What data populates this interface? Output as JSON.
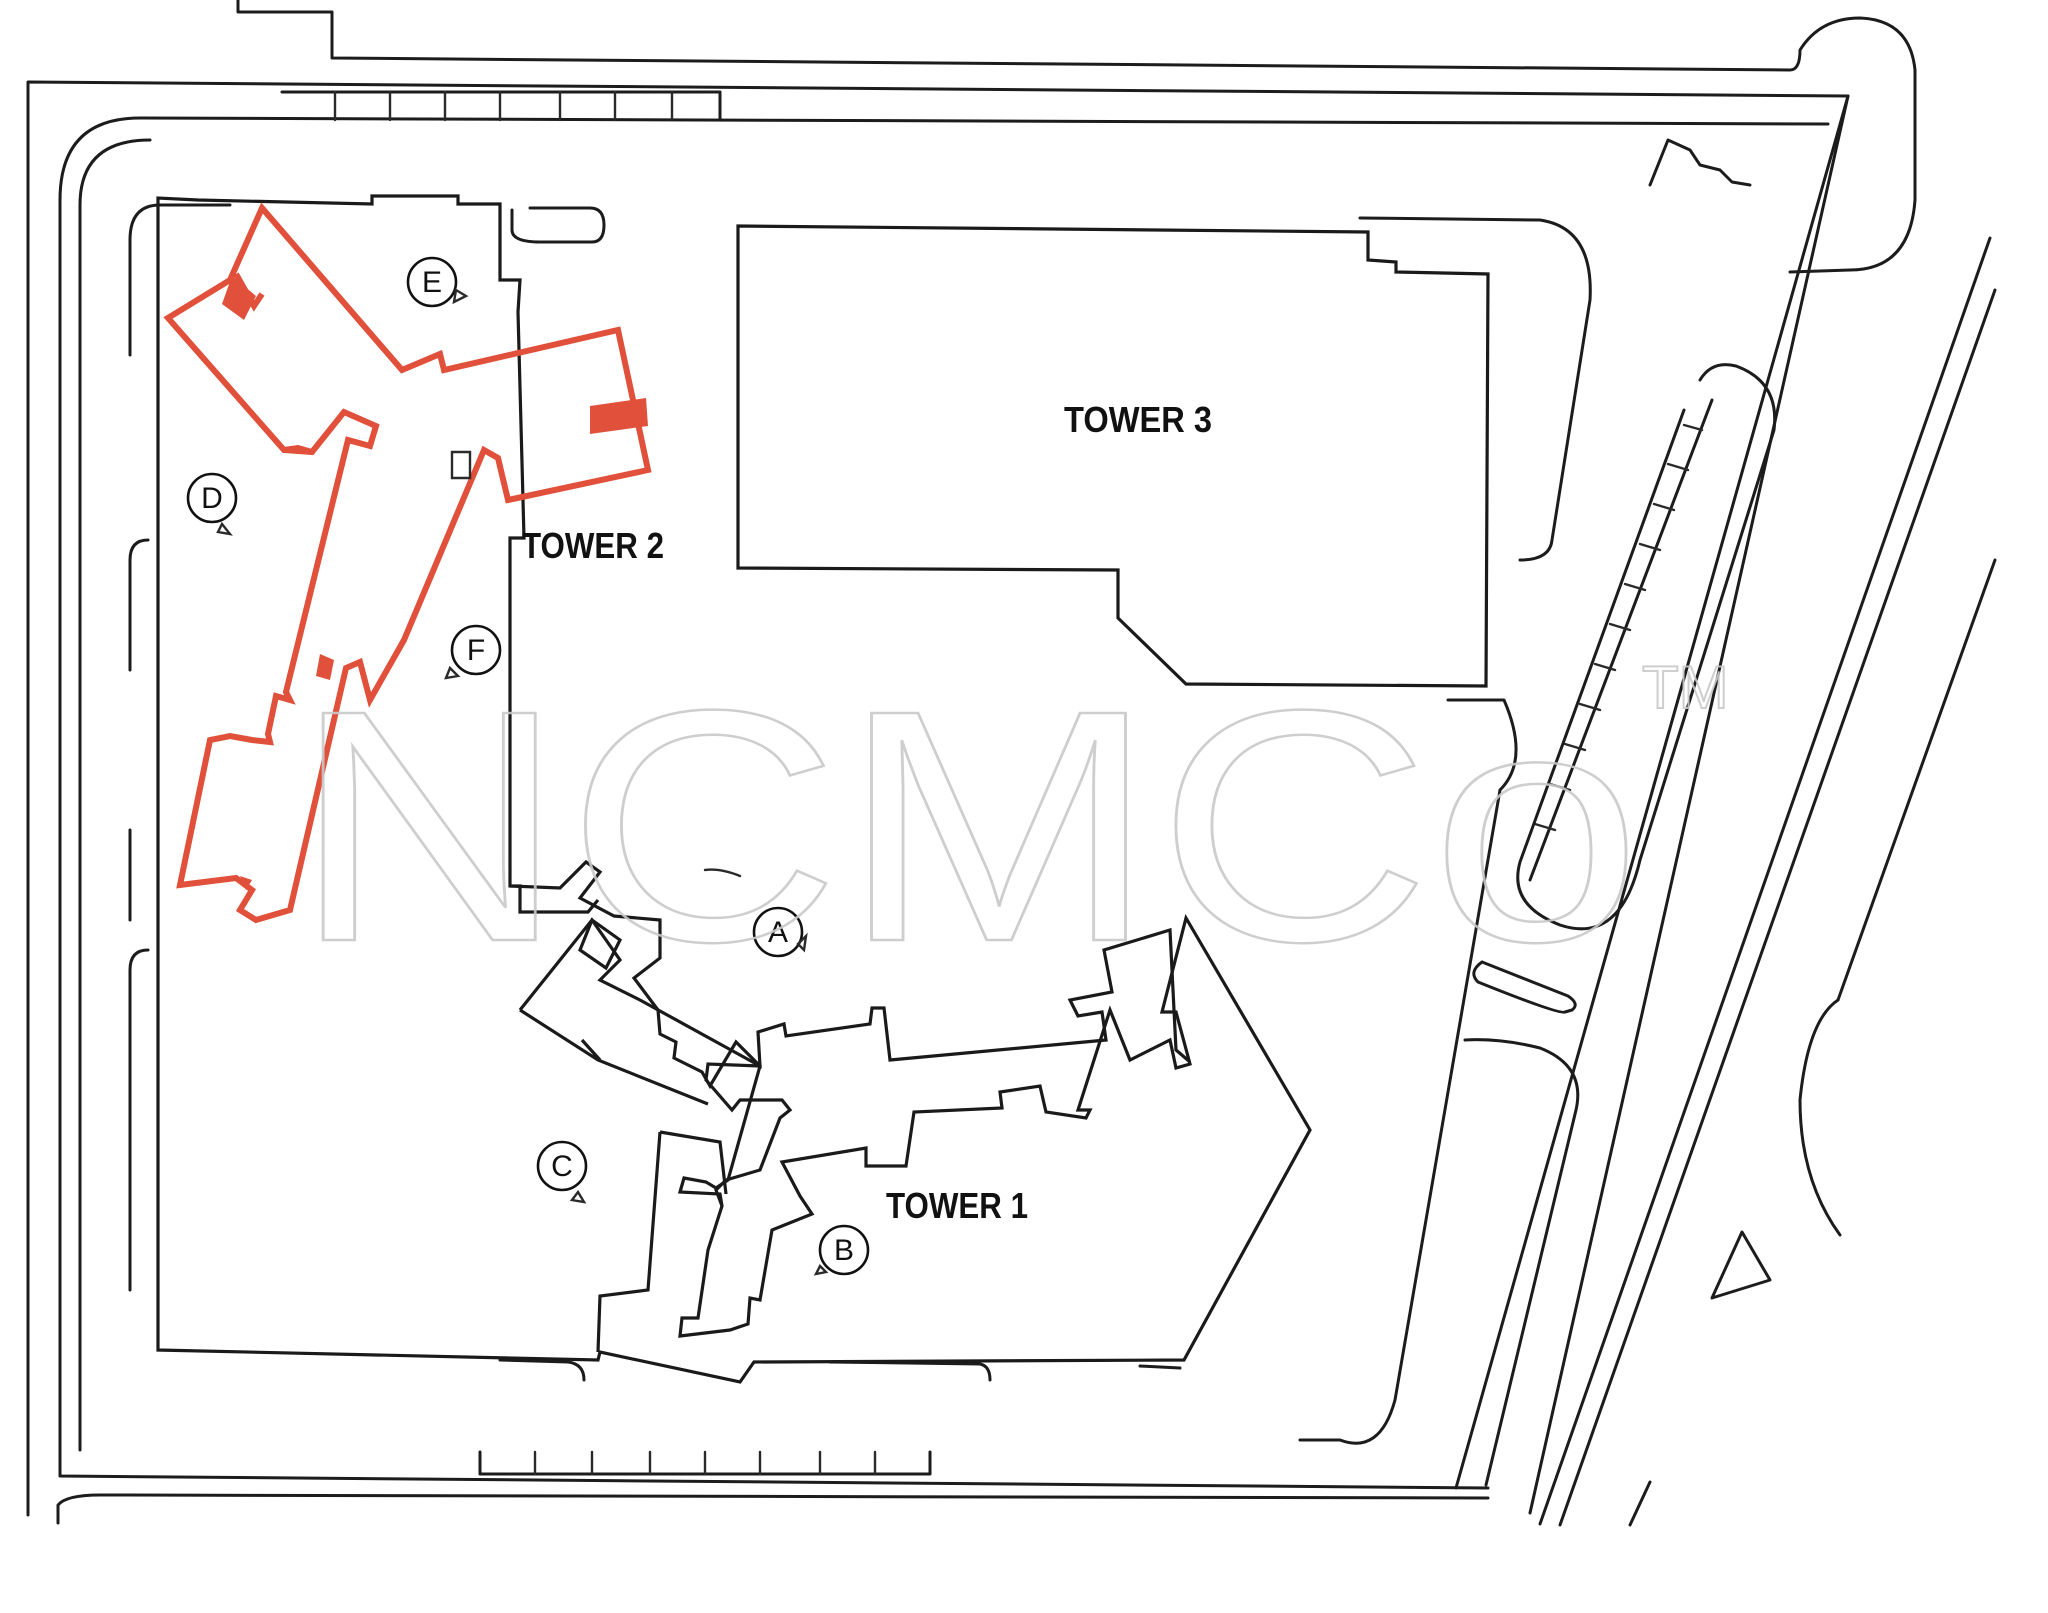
{
  "map": {
    "buildings": [
      {
        "id": "tower-1",
        "label": "TOWER 1"
      },
      {
        "id": "tower-2",
        "label": "TOWER 2",
        "highlighted": true,
        "highlight_color": "#e0503a"
      },
      {
        "id": "tower-3",
        "label": "TOWER 3"
      }
    ],
    "markers": [
      "A",
      "B",
      "C",
      "D",
      "E",
      "F"
    ],
    "north_arrow_icon": "triangle-icon"
  },
  "watermark": {
    "text": "NCMCo",
    "trademark": "TM"
  }
}
